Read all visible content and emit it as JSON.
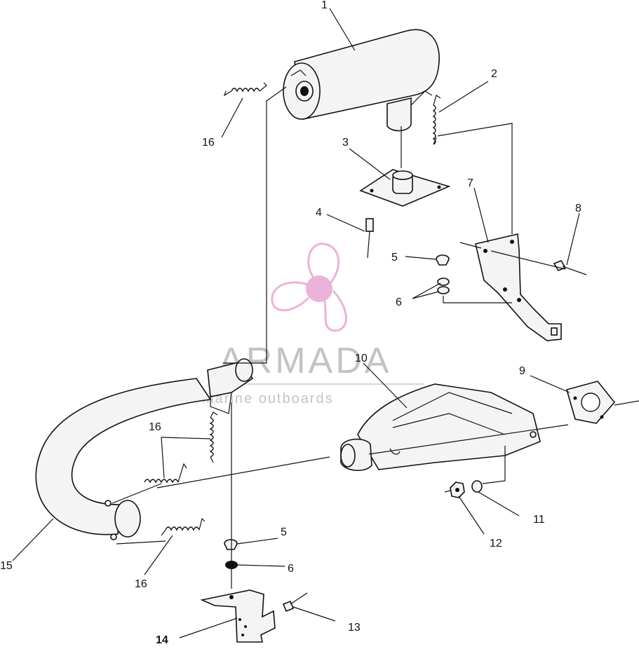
{
  "diagram": {
    "callouts": [
      "1",
      "2",
      "3",
      "4",
      "5",
      "6",
      "7",
      "8",
      "9",
      "10",
      "11",
      "12",
      "13",
      "14",
      "15",
      "16"
    ],
    "extra_callouts": {
      "five_b": "5",
      "six_b": "6",
      "sixteen_b": "16",
      "sixteen_c": "16"
    }
  },
  "watermark": {
    "brand": "ARMADA",
    "tagline": "marine outboards",
    "colors": {
      "logo": "#e9a6cf",
      "logo_center": "#e7a6d3",
      "text": "#b9b9b9"
    }
  }
}
